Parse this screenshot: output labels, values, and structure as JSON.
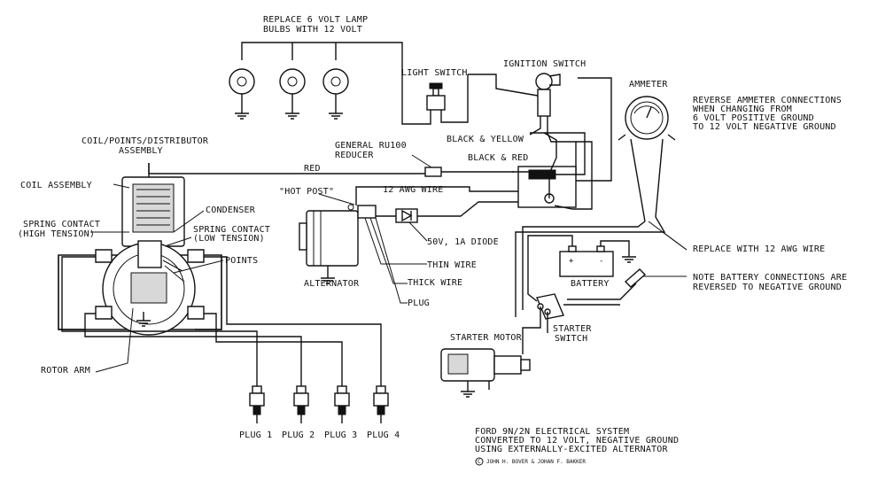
{
  "labels": {
    "replace_bulbs_1": "REPLACE 6 VOLT LAMP",
    "replace_bulbs_2": "BULBS WITH 12 VOLT",
    "light_switch": "LIGHT SWITCH",
    "ignition_switch": "IGNITION SWITCH",
    "ammeter": "AMMETER",
    "reverse_ammeter_1": "REVERSE AMMETER CONNECTIONS",
    "reverse_ammeter_2": "WHEN CHANGING FROM",
    "reverse_ammeter_3": "6 VOLT POSITIVE GROUND",
    "reverse_ammeter_4": "TO 12 VOLT NEGATIVE GROUND",
    "coil_points_1": "COIL/POINTS/DISTRIBUTOR",
    "coil_points_2": "ASSEMBLY",
    "general_reducer_1": "GENERAL RU100",
    "general_reducer_2": "REDUCER",
    "black_yellow": "BLACK & YELLOW",
    "black_red": "BLACK & RED",
    "red": "RED",
    "coil_assembly": "COIL ASSEMBLY",
    "hot_post": "\"HOT POST\"",
    "awg_12_wire": "12 AWG WIRE",
    "condenser": "CONDENSER",
    "spring_contact_high_1": "SPRING CONTACT",
    "spring_contact_high_2": "(HIGH TENSION)",
    "spring_contact_low_1": "SPRING CONTACT",
    "spring_contact_low_2": "(LOW TENSION)",
    "points": "POINTS",
    "diode": "50V, 1A DIODE",
    "replace_12awg": "REPLACE WITH 12 AWG WIRE",
    "thin_wire": "THIN WIRE",
    "battery": "BATTERY",
    "note_battery_1": "NOTE BATTERY CONNECTIONS ARE",
    "note_battery_2": "REVERSED TO NEGATIVE GROUND",
    "alternator": "ALTERNATOR",
    "thick_wire": "THICK WIRE",
    "plug": "PLUG",
    "starter_motor": "STARTER MOTOR",
    "starter_switch_1": "STARTER",
    "starter_switch_2": "SWITCH",
    "rotor_arm": "ROTOR ARM",
    "plug_1": "PLUG 1",
    "plug_2": "PLUG 2",
    "plug_3": "PLUG 3",
    "plug_4": "PLUG 4",
    "title_1": "FORD 9N/2N ELECTRICAL SYSTEM",
    "title_2": "CONVERTED TO 12 VOLT, NEGATIVE GROUND",
    "title_3": "USING EXTERNALLY-EXCITED ALTERNATOR",
    "credit": "JOHN H. BOVER & JOHAN F. BAKKER",
    "copyright_symbol": "C",
    "battery_plus": "+",
    "battery_minus": "-"
  }
}
